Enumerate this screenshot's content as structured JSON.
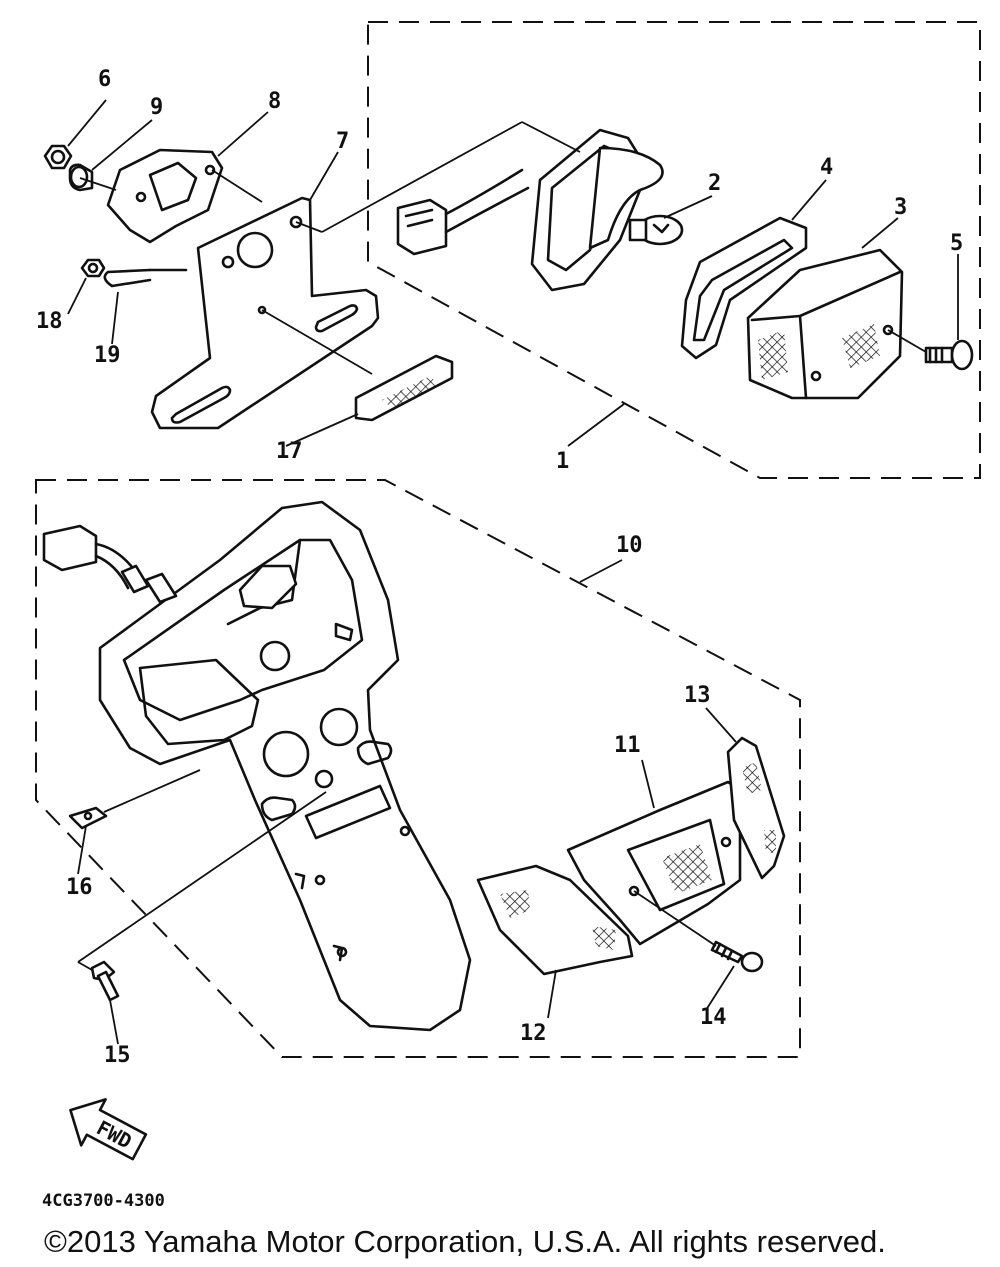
{
  "callouts": {
    "c1": "1",
    "c2": "2",
    "c3": "3",
    "c4": "4",
    "c5": "5",
    "c6": "6",
    "c7": "7",
    "c8": "8",
    "c9": "9",
    "c10": "10",
    "c11": "11",
    "c12": "12",
    "c13": "13",
    "c14": "14",
    "c15": "15",
    "c16": "16",
    "c17": "17",
    "c18": "18",
    "c19": "19"
  },
  "fwd_arrow": "FWD",
  "diagram_code": "4CG3700-4300",
  "copyright": "©2013 Yamaha Motor Corporation, U.S.A. All rights reserved."
}
